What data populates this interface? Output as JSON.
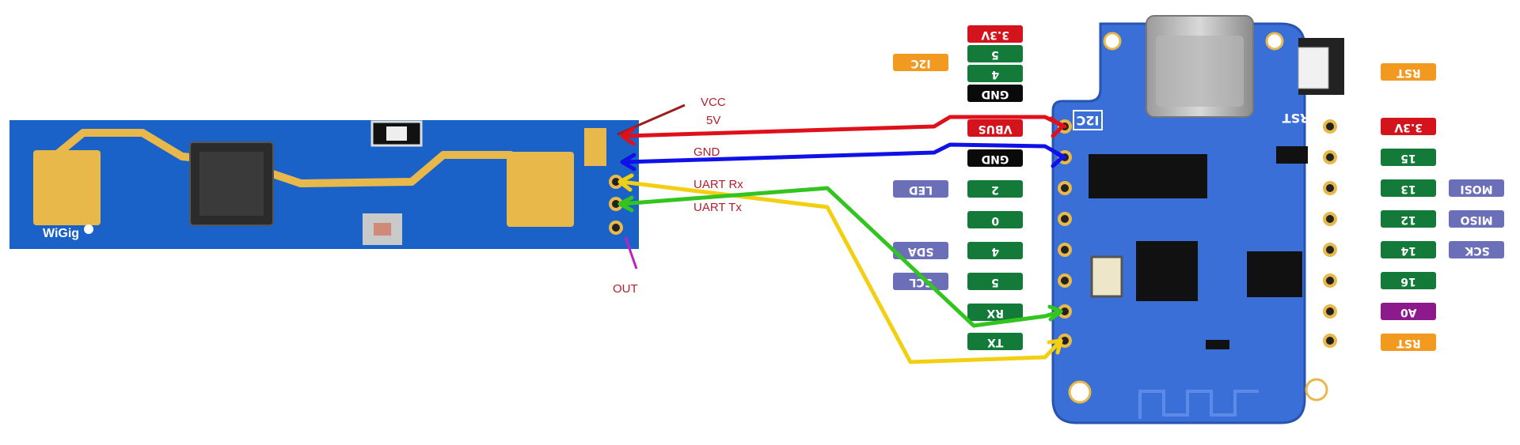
{
  "radar_module": {
    "logo": "WiGig",
    "pins": [
      "VCC",
      "GND",
      "UART Rx",
      "UART Tx",
      "OUT"
    ],
    "vcc_voltage": "5V",
    "labels": {
      "vcc": "VCC",
      "v5": "5V",
      "gnd": "GND",
      "rx": "UART Rx",
      "tx": "UART Tx",
      "out": "OUT"
    }
  },
  "board": {
    "silk_i2c": "I2C",
    "silk_rst": "RST"
  },
  "top_header": {
    "pins": [
      "3.3V",
      "5",
      "4",
      "GND"
    ],
    "group_label": "I2C"
  },
  "left_header": {
    "pins": [
      "VBUS",
      "GND",
      "2",
      "0",
      "4",
      "5",
      "RX",
      "TX"
    ],
    "functions": {
      "2": "LED",
      "4": "SDA",
      "5": "SCL"
    }
  },
  "right_header": {
    "pins": [
      "3.3V",
      "15",
      "13",
      "12",
      "14",
      "16",
      "A0",
      "RST"
    ],
    "functions": {
      "13": "MOSI",
      "12": "MISO",
      "14": "SCK"
    },
    "top_label": "RST"
  },
  "wires": [
    {
      "from": "VCC",
      "to": "VBUS",
      "color": "#e0101a"
    },
    {
      "from": "GND",
      "to": "GND",
      "color": "#1010e8"
    },
    {
      "from": "UART Rx",
      "to": "TX",
      "color": "#f2cf10"
    },
    {
      "from": "UART Tx",
      "to": "RX",
      "color": "#33c41f"
    }
  ],
  "colors": {
    "pcb_blue": "#1b62c8",
    "board_blue": "#3a6fd8",
    "pin_green": "#137a3a",
    "pin_red": "#d3141c",
    "pin_black": "#0a0a0a",
    "func_purple": "#6b6fb8",
    "func_orange": "#f29a1f",
    "func_magenta": "#8c1a8c",
    "gold": "#e8b84a"
  }
}
